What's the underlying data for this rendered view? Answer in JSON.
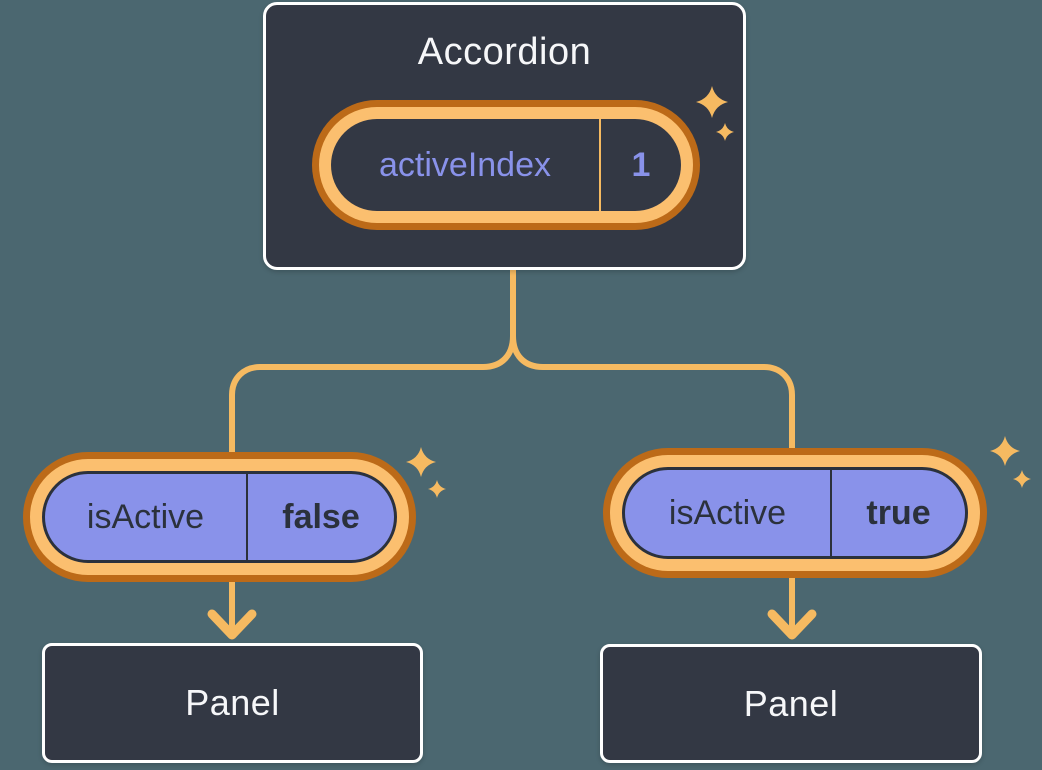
{
  "diagram": {
    "accordion": {
      "title": "Accordion",
      "state_name": "activeIndex",
      "state_value": "1"
    },
    "left": {
      "prop_name": "isActive",
      "prop_value": "false",
      "panel": "Panel"
    },
    "right": {
      "prop_name": "isActive",
      "prop_value": "true",
      "panel": "Panel"
    }
  },
  "icons": {
    "sparkle": "four-point-star"
  },
  "colors": {
    "background": "#4B6770",
    "node_bg": "#333844",
    "node_border": "#FFFFFF",
    "text_light": "#F6F7F9",
    "purple": "#8992EA",
    "text_dark": "#2B313C",
    "orange_dark": "#BC6A18",
    "orange_light": "#FBBF6F",
    "connector": "#F6BA61"
  }
}
